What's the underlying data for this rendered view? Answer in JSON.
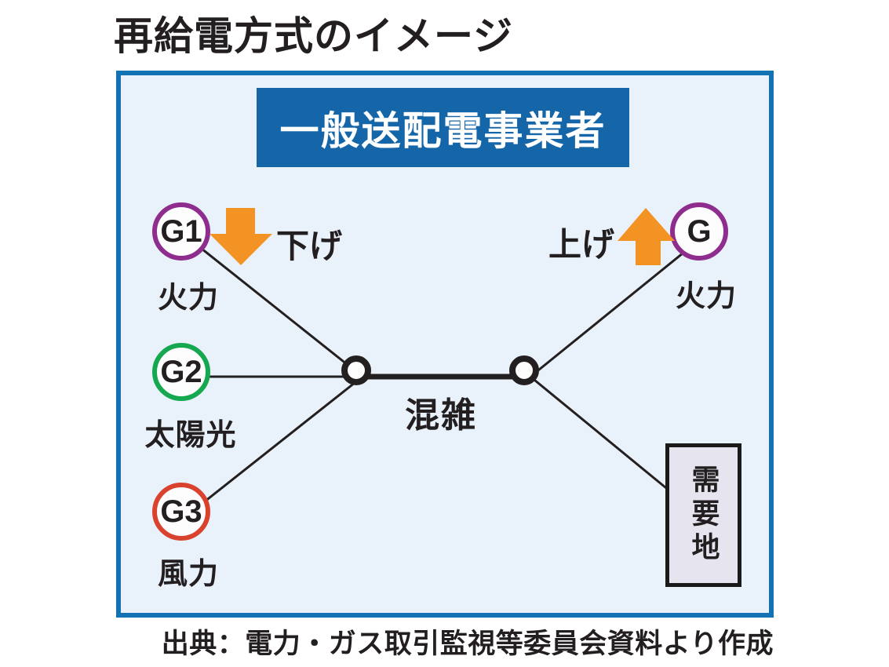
{
  "title": "再給電方式のイメージ",
  "source": "出典：電力・ガス取引監視等委員会資料より作成",
  "colors": {
    "panel_border": "#1272b4",
    "panel_bg": "#e9f2fa",
    "header_bg": "#1566a9",
    "purple": "#8e2d8e",
    "green": "#16a751",
    "red": "#d9432e",
    "orange": "#f39324",
    "demand_bg": "#e6e4ef",
    "line_black": "#231f20"
  },
  "diagram": {
    "operator_label": "一般送配電事業者",
    "congestion_label": "混雑",
    "down_label": "下げ",
    "up_label": "上げ",
    "generators": [
      {
        "id": "G1",
        "type": "火力",
        "ring_color": "#8e2d8e"
      },
      {
        "id": "G2",
        "type": "太陽光",
        "ring_color": "#16a751"
      },
      {
        "id": "G3",
        "type": "風力",
        "ring_color": "#d9432e"
      },
      {
        "id": "G",
        "type": "火力",
        "ring_color": "#8e2d8e"
      }
    ],
    "demand_label": "需要地"
  }
}
